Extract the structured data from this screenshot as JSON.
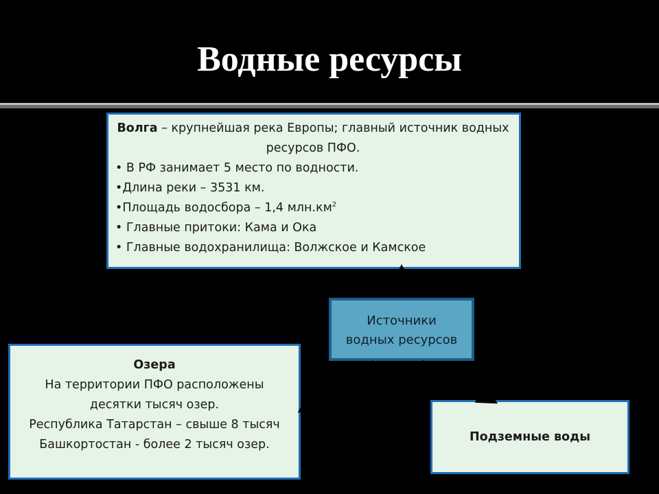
{
  "slide": {
    "title": "Водные ресурсы"
  },
  "volga": {
    "name": "Волга",
    "lead_text": " – крупнейшая река Европы; главный источник водных ресурсов ПФО.",
    "bullets": [
      "• В РФ занимает 5 место по водности.",
      "•Длина реки – 3531 км.",
      "•Площадь водосбора – 1,4 млн.км",
      "• Главные притоки: Кама и Ока",
      "• Главные водохранилища: Волжское и Камское"
    ],
    "area_superscript": "2"
  },
  "sources": {
    "line1": "Источники",
    "line2": "водных ресурсов"
  },
  "lakes": {
    "title": "Озера",
    "lines": [
      "На территории ПФО расположены",
      "десятки тысяч озер.",
      "Республика Татарстан – свыше 8 тысяч",
      "Башкортостан - более 2 тысяч озер."
    ]
  },
  "groundwater": {
    "label": "Подземные воды"
  },
  "colors": {
    "background": "#000000",
    "box_fill": "#e6f3e7",
    "box_border": "#1f6fb8",
    "center_fill": "#5aa6c4",
    "center_border": "#1f5f88",
    "arrow": "#000000"
  }
}
